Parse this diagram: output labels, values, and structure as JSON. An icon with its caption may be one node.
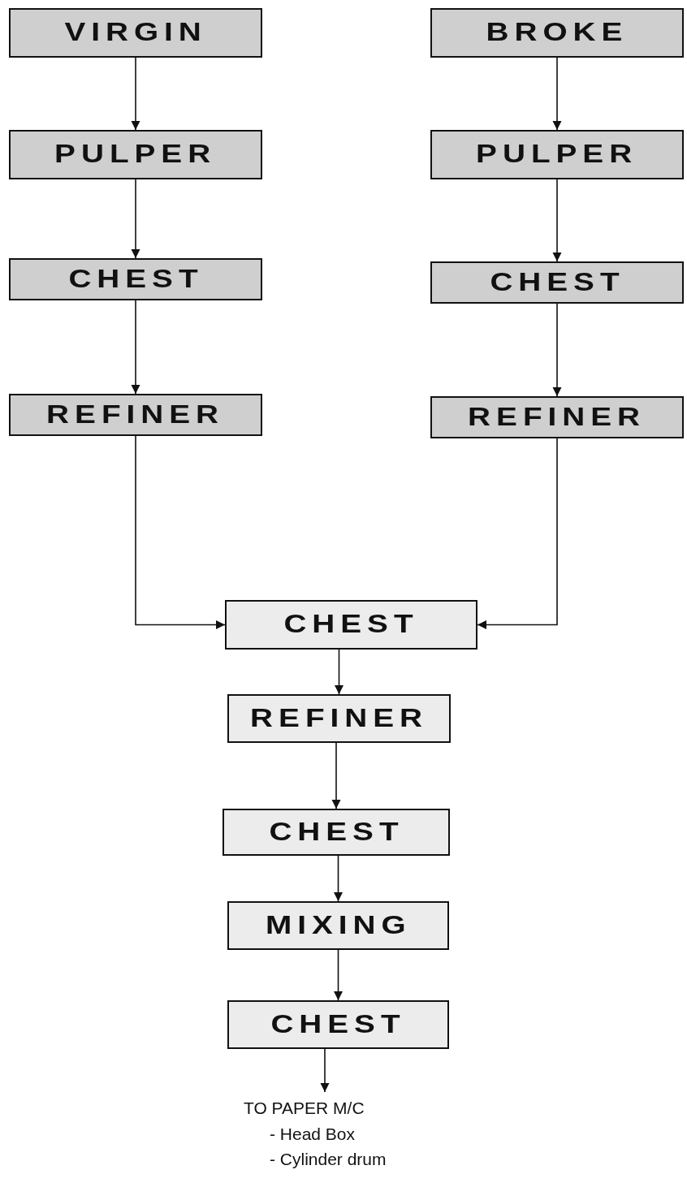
{
  "diagram": {
    "nodes": [
      {
        "text": [
          "VIRGIN"
        ]
      },
      {
        "text": [
          "PULPER"
        ]
      },
      {
        "text": [
          "CHEST"
        ]
      },
      {
        "text": [
          "REFINER"
        ]
      },
      {
        "text": [
          "BROKE"
        ]
      },
      {
        "text": [
          "PULPER"
        ]
      },
      {
        "text": [
          "CHEST"
        ]
      },
      {
        "text": [
          "REFINER"
        ]
      },
      {
        "text": [
          "CHEST"
        ]
      },
      {
        "text": [
          "REFINER"
        ]
      },
      {
        "text": [
          "CHEST"
        ]
      },
      {
        "text": [
          "MIXING"
        ]
      },
      {
        "text": [
          "CHEST"
        ]
      },
      {
        "text": [
          "TO PAPER M/C",
          "- Head Box",
          "- Cylinder drum"
        ]
      }
    ],
    "edges": [
      {
        "from": 0,
        "to": 1,
        "arrow": "to"
      },
      {
        "from": 1,
        "to": 2,
        "arrow": "to"
      },
      {
        "from": 2,
        "to": 3,
        "arrow": "to"
      },
      {
        "from": 4,
        "to": 5,
        "arrow": "to"
      },
      {
        "from": 5,
        "to": 6,
        "arrow": "to"
      },
      {
        "from": 6,
        "to": 7,
        "arrow": "to"
      },
      {
        "from": 3,
        "to": 8,
        "arrow": "to"
      },
      {
        "from": 7,
        "to": 8,
        "arrow": "to"
      },
      {
        "from": 8,
        "to": 9,
        "arrow": "to"
      },
      {
        "from": 9,
        "to": 10,
        "arrow": "to"
      },
      {
        "from": 10,
        "to": 11,
        "arrow": "to"
      },
      {
        "from": 11,
        "to": 12,
        "arrow": "to"
      },
      {
        "from": 12,
        "to": 13,
        "arrow": "to"
      }
    ]
  }
}
